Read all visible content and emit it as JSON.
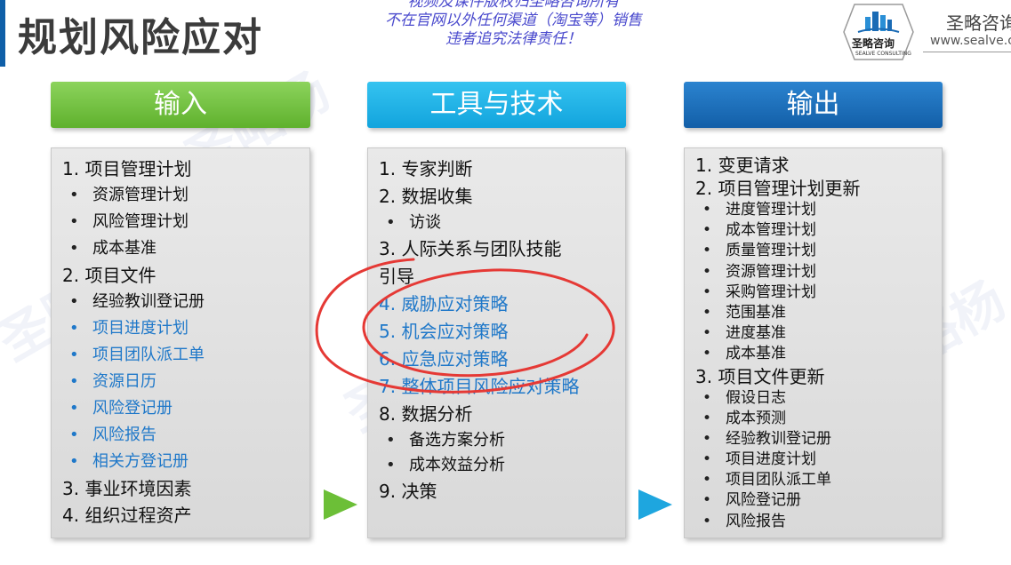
{
  "slide": {
    "title": "规划风险应对",
    "notice_lines": [
      "视频及课件版权归圣略咨询所有",
      "不在官网以外任何渠道（淘宝等）销售",
      "违者追究法律责任！"
    ],
    "logo_text": "圣略咨询",
    "logo_sub": "SEALVE CONSULTING",
    "company_cn": "圣略咨询",
    "company_url": "www.sealve.c",
    "watermark": "圣略杨"
  },
  "columns": {
    "input": {
      "header": "输入",
      "items": [
        {
          "type": "item",
          "text": "1. 项目管理计划"
        },
        {
          "type": "sub",
          "text": "资源管理计划"
        },
        {
          "type": "sub",
          "text": "风险管理计划"
        },
        {
          "type": "sub",
          "text": "成本基准"
        },
        {
          "type": "item",
          "text": "2. 项目文件"
        },
        {
          "type": "sub",
          "text": "经验教训登记册"
        },
        {
          "type": "sub",
          "text": "项目进度计划",
          "color": "blue"
        },
        {
          "type": "sub",
          "text": "项目团队派工单",
          "color": "blue"
        },
        {
          "type": "sub",
          "text": "资源日历",
          "color": "blue"
        },
        {
          "type": "sub",
          "text": "风险登记册",
          "color": "blue"
        },
        {
          "type": "sub",
          "text": "风险报告",
          "color": "blue"
        },
        {
          "type": "sub",
          "text": "相关方登记册",
          "color": "blue"
        },
        {
          "type": "item",
          "text": "3. 事业环境因素"
        },
        {
          "type": "item",
          "text": "4. 组织过程资产"
        }
      ]
    },
    "tools": {
      "header": "工具与技术",
      "items": [
        {
          "type": "item",
          "text": "1. 专家判断"
        },
        {
          "type": "item",
          "text": "2. 数据收集"
        },
        {
          "type": "sub",
          "text": "访谈"
        },
        {
          "type": "item",
          "text": "3. 人际关系与团队技能"
        },
        {
          "type": "item",
          "text": "引导"
        },
        {
          "type": "item",
          "text": "4. 威胁应对策略",
          "color": "blue"
        },
        {
          "type": "item",
          "text": "5. 机会应对策略",
          "color": "blue"
        },
        {
          "type": "item",
          "text": "6. 应急应对策略",
          "color": "blue"
        },
        {
          "type": "item",
          "text": "7. 整体项目风险应对策略",
          "color": "blue"
        },
        {
          "type": "item",
          "text": "8. 数据分析"
        },
        {
          "type": "sub",
          "text": "备选方案分析"
        },
        {
          "type": "sub",
          "text": "成本效益分析"
        },
        {
          "type": "item",
          "text": "9. 决策"
        }
      ]
    },
    "output": {
      "header": "输出",
      "items": [
        {
          "type": "item",
          "text": "1. 变更请求"
        },
        {
          "type": "item",
          "text": "2. 项目管理计划更新"
        },
        {
          "type": "sub",
          "text": "进度管理计划"
        },
        {
          "type": "sub",
          "text": "成本管理计划"
        },
        {
          "type": "sub",
          "text": "质量管理计划"
        },
        {
          "type": "sub",
          "text": "资源管理计划"
        },
        {
          "type": "sub",
          "text": "采购管理计划"
        },
        {
          "type": "sub",
          "text": "范围基准"
        },
        {
          "type": "sub",
          "text": "进度基准"
        },
        {
          "type": "sub",
          "text": "成本基准"
        },
        {
          "type": "item",
          "text": "3. 项目文件更新"
        },
        {
          "type": "sub",
          "text": "假设日志"
        },
        {
          "type": "sub",
          "text": "成本预测"
        },
        {
          "type": "sub",
          "text": "经验教训登记册"
        },
        {
          "type": "sub",
          "text": "项目进度计划"
        },
        {
          "type": "sub",
          "text": "项目团队派工单"
        },
        {
          "type": "sub",
          "text": "风险登记册"
        },
        {
          "type": "sub",
          "text": "风险报告"
        }
      ]
    }
  },
  "colors": {
    "input_header": "#6cbf37",
    "tools_header": "#1ea6df",
    "output_header": "#1a6bb5",
    "highlight_text": "#1f78c9",
    "annotation": "#e53935"
  }
}
